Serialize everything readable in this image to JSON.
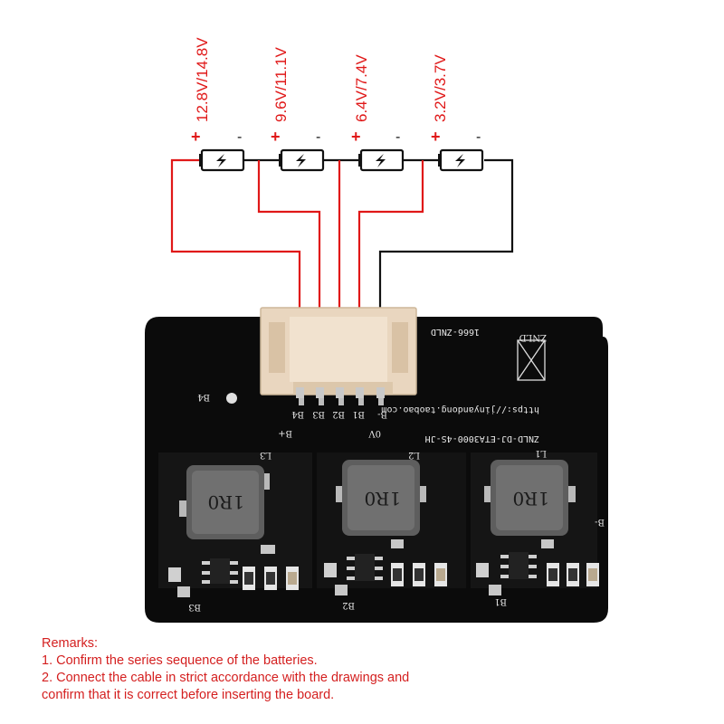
{
  "batteries": [
    {
      "voltage": "12.8V/14.8V",
      "plus": "+",
      "minus": "-"
    },
    {
      "voltage": "9.6V/11.1V",
      "plus": "+",
      "minus": "-"
    },
    {
      "voltage": "6.4V/7.4V",
      "plus": "+",
      "minus": "-"
    },
    {
      "voltage": "3.2V/3.7V",
      "plus": "+",
      "minus": "-"
    }
  ],
  "board": {
    "silk_top": "1666-ZNLD",
    "brand_mark": "ZNLD",
    "url": "https://jinyandong.taobao.com",
    "model": "ZNLD-DJ-ETA3000-4S-JH",
    "pins": [
      "B4",
      "B3",
      "B2",
      "B1",
      "B-"
    ],
    "b4_label": "B4",
    "bplus_label": "B+",
    "zero_v_label": "0V",
    "bminus_label": "B-",
    "inductors": [
      "L3",
      "L2",
      "L1"
    ],
    "coil_value": "1R0",
    "bottom_labels": [
      "B3",
      "B2",
      "B1"
    ]
  },
  "remarks": {
    "title": "Remarks:",
    "items": [
      "1. Confirm the series sequence of the batteries.",
      "2. Connect the cable in strict accordance with the drawings and",
      "confirm that it is correct before inserting the board."
    ]
  },
  "colors": {
    "positive_wire": "#e01818",
    "negative_wire": "#111111",
    "board": "#0b0b0b",
    "connector": "#e9d6bf",
    "remarks_text": "#d41f1f"
  }
}
